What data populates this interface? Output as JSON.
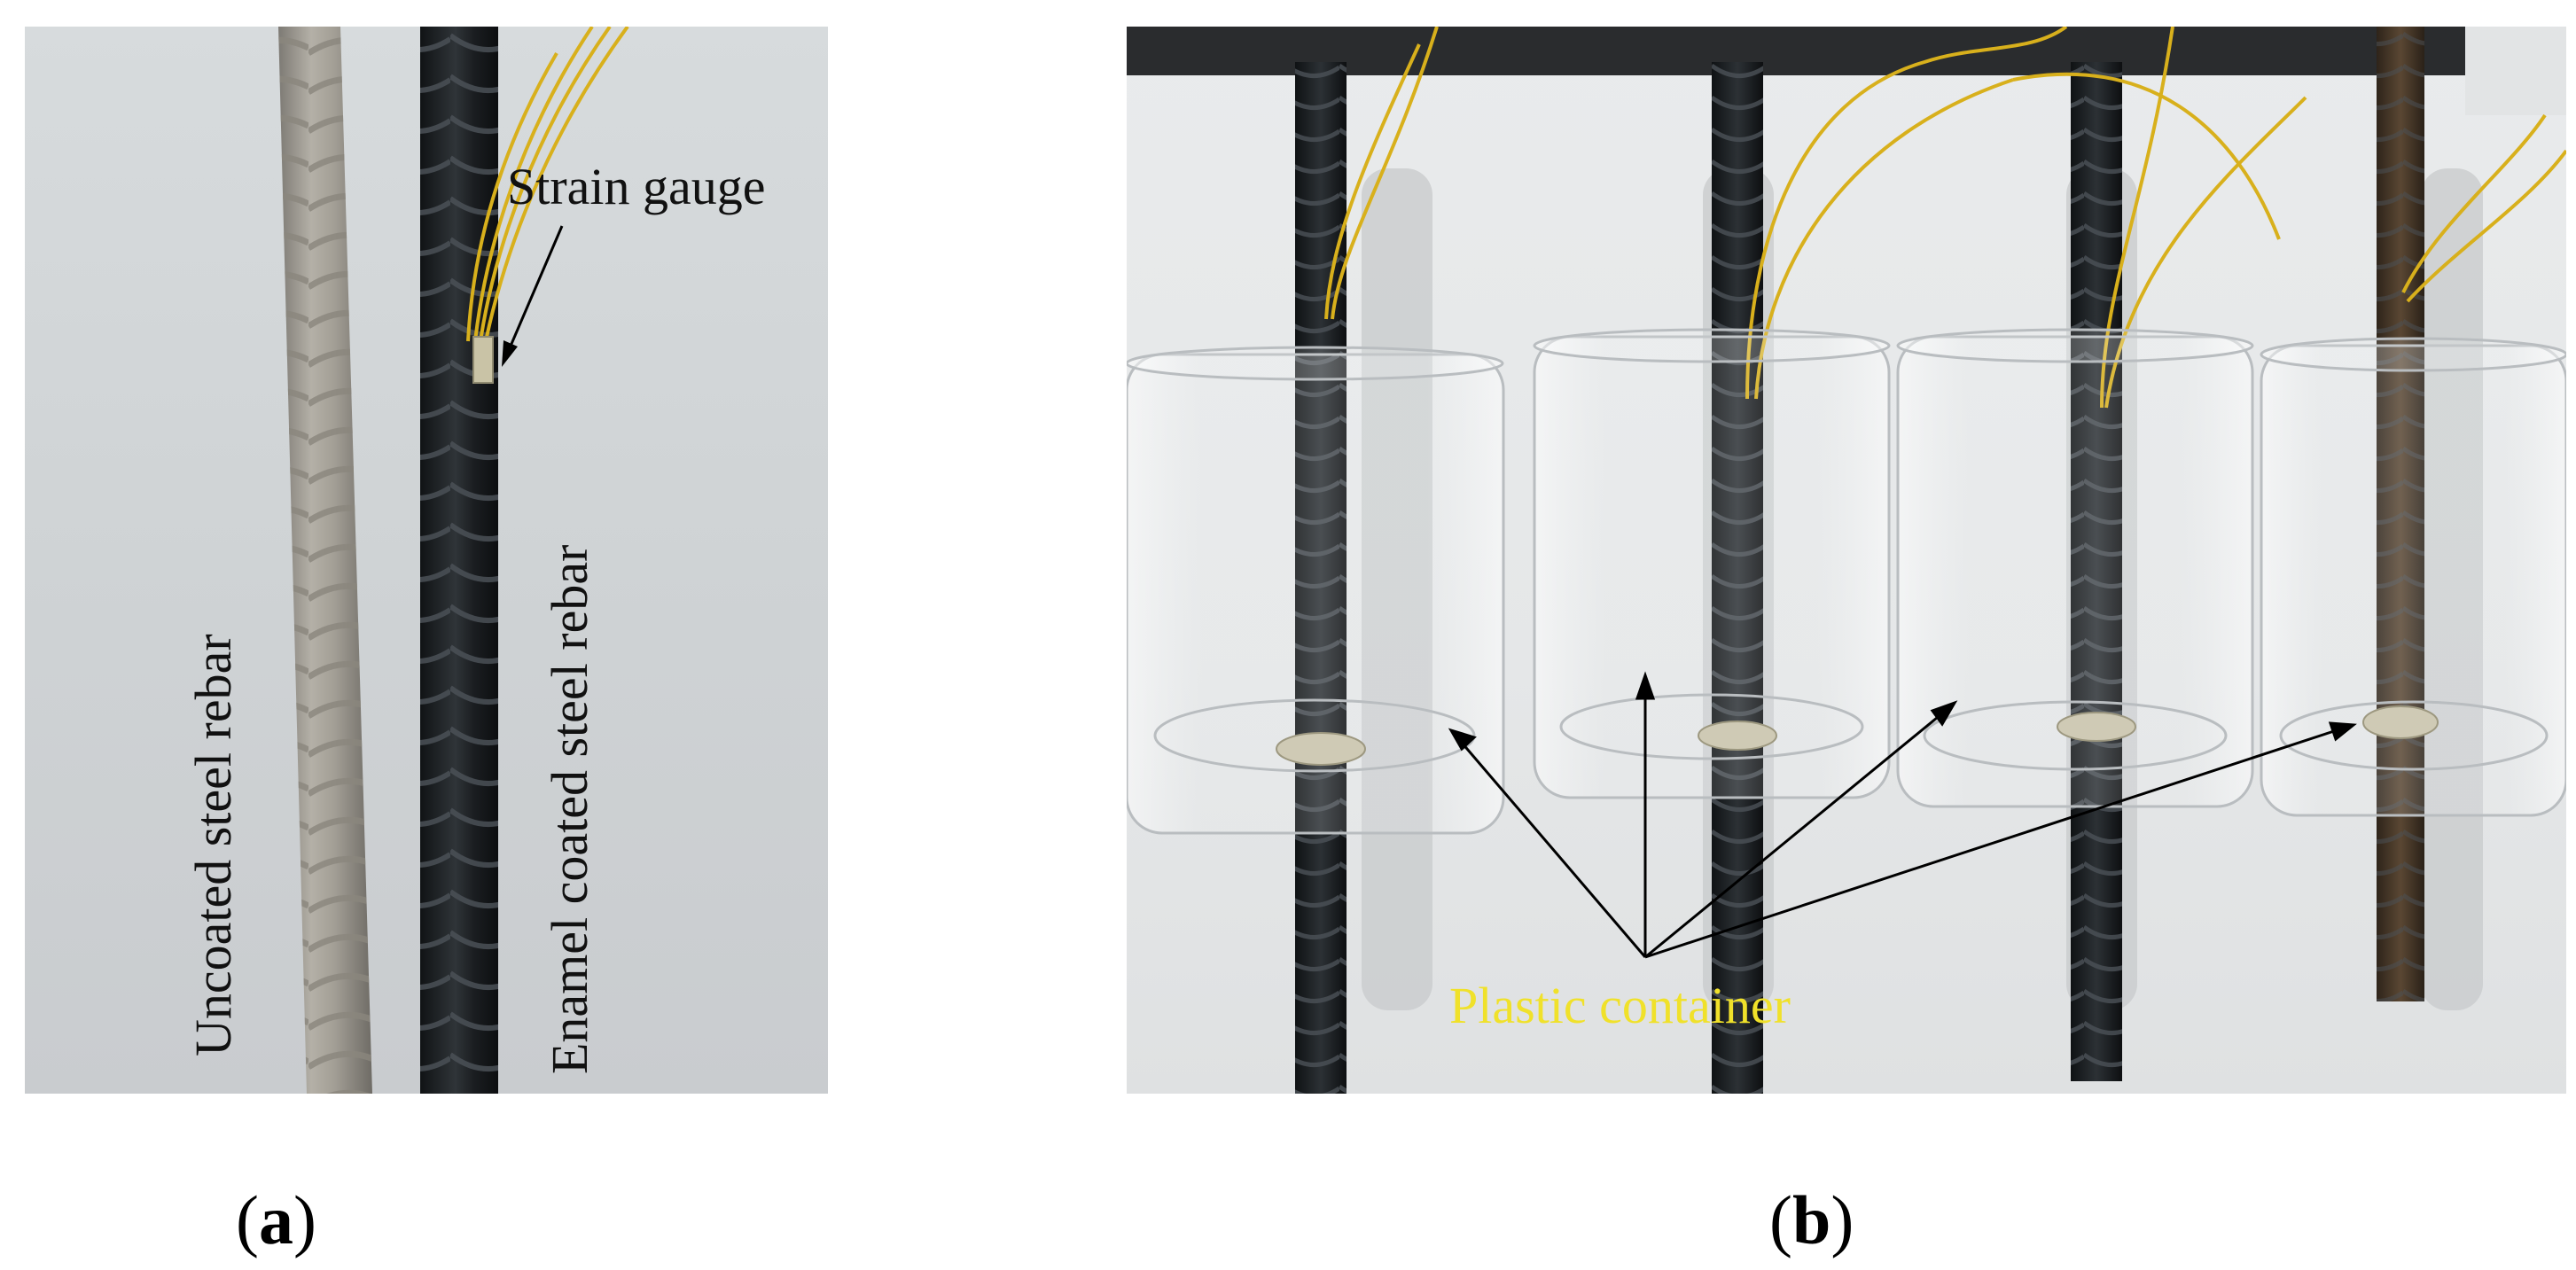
{
  "panel_a": {
    "label_strain_gauge": "Strain gauge",
    "label_uncoated": "Uncoated steel rebar",
    "label_enamel": "Enamel coated steel rebar"
  },
  "panel_b": {
    "label_container": "Plastic container"
  },
  "captions": {
    "a_open": "(",
    "a_letter": "a",
    "a_close": ")",
    "b_open": "(",
    "b_letter": "b",
    "b_close": ")"
  },
  "colors": {
    "container_label": "#f0e12a",
    "wire": "#d8b01c",
    "enamel_rebar": "#1e2326",
    "uncoated_rebar": "#9e9a90",
    "rusty_rebar": "#4a3b2a"
  }
}
